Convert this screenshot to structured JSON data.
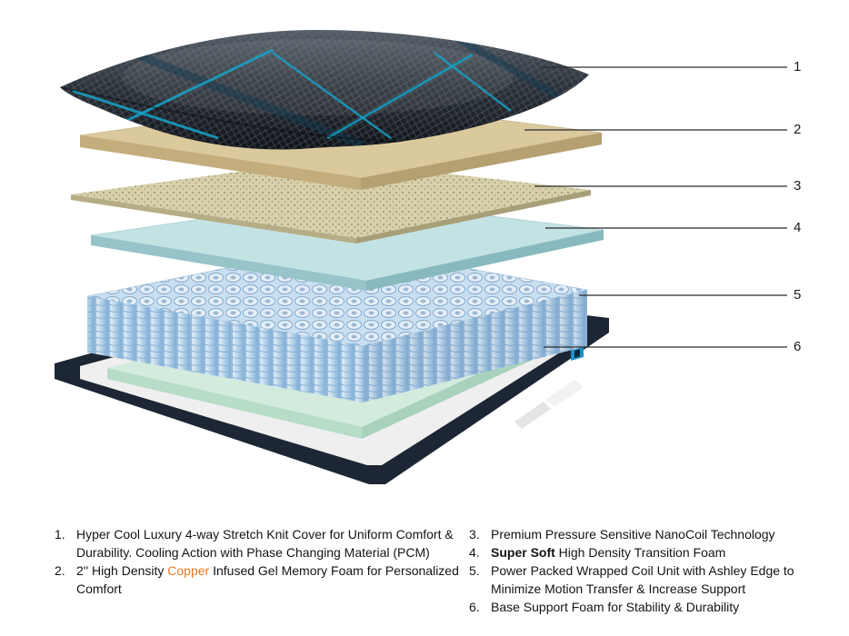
{
  "callouts": [
    "1",
    "2",
    "3",
    "4",
    "5",
    "6"
  ],
  "legend": {
    "left": [
      {
        "num": "1.",
        "parts": [
          {
            "t": "Hyper Cool Luxury 4-way Stretch Knit Cover for Uniform Comfort & Durability. Cooling Action with Phase Changing Material (PCM)"
          }
        ]
      },
      {
        "num": "2.",
        "parts": [
          {
            "t": "2'' High Density "
          },
          {
            "t": "Copper",
            "style": "orange"
          },
          {
            "t": " Infused Gel Memory Foam for Personalized Comfort"
          }
        ]
      }
    ],
    "right": [
      {
        "num": "3.",
        "parts": [
          {
            "t": "Premium Pressure Sensitive NanoCoil Technology"
          }
        ]
      },
      {
        "num": "4.",
        "parts": [
          {
            "t": "Super Soft",
            "style": "bold"
          },
          {
            "t": " High Density Transition Foam"
          }
        ]
      },
      {
        "num": "5.",
        "parts": [
          {
            "t": "Power Packed Wrapped Coil Unit with Ashley Edge to Minimize Motion Transfer & Increase Support"
          }
        ]
      },
      {
        "num": "6.",
        "parts": [
          {
            "t": "Base Support Foam for Stability & Durability"
          }
        ]
      }
    ]
  },
  "colors": {
    "accent_orange": "#e87722",
    "cover_teal": "#15a3c8",
    "memory_foam_tan": "#dbc99e",
    "nanocoil_tan": "#d8d0ab",
    "transition_foam_blue": "#c3e2e4",
    "coil_blue": "#b8d7ef",
    "base_green": "#d2ebdd",
    "base_dark": "#1d2634",
    "callout_line": "#2a2a2a"
  }
}
